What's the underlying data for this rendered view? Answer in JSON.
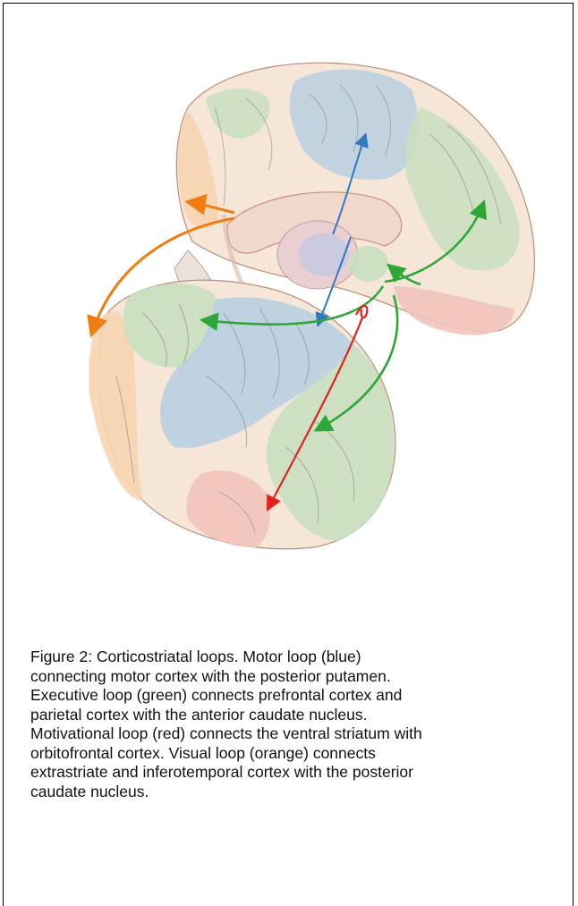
{
  "figure": {
    "caption_lines": [
      "Figure 2:  Corticostriatal loops.  Motor loop (blue)",
      "connecting motor cortex with the posterior putamen.",
      "Executive loop (green) connects prefrontal cortex and",
      "parietal cortex with the anterior caudate nucleus.",
      "Motivational loop (red) connects the ventral striatum with",
      "orbitofrontal cortex.  Visual loop (orange) connects",
      "extrastriate and inferotemporal cortex with the posterior",
      "caudate nucleus."
    ]
  },
  "colors": {
    "motor_loop": "#2f78c4",
    "executive_loop": "#2fa637",
    "motivational_loop": "#e0231f",
    "visual_loop": "#ef7d12",
    "motor_region": "#b9cfe0",
    "executive_region": "#c9dfc0",
    "motivational_region": "#f2c3bb",
    "visual_region": "#f6d4b0",
    "cortex_base": "#f5e6d8"
  }
}
